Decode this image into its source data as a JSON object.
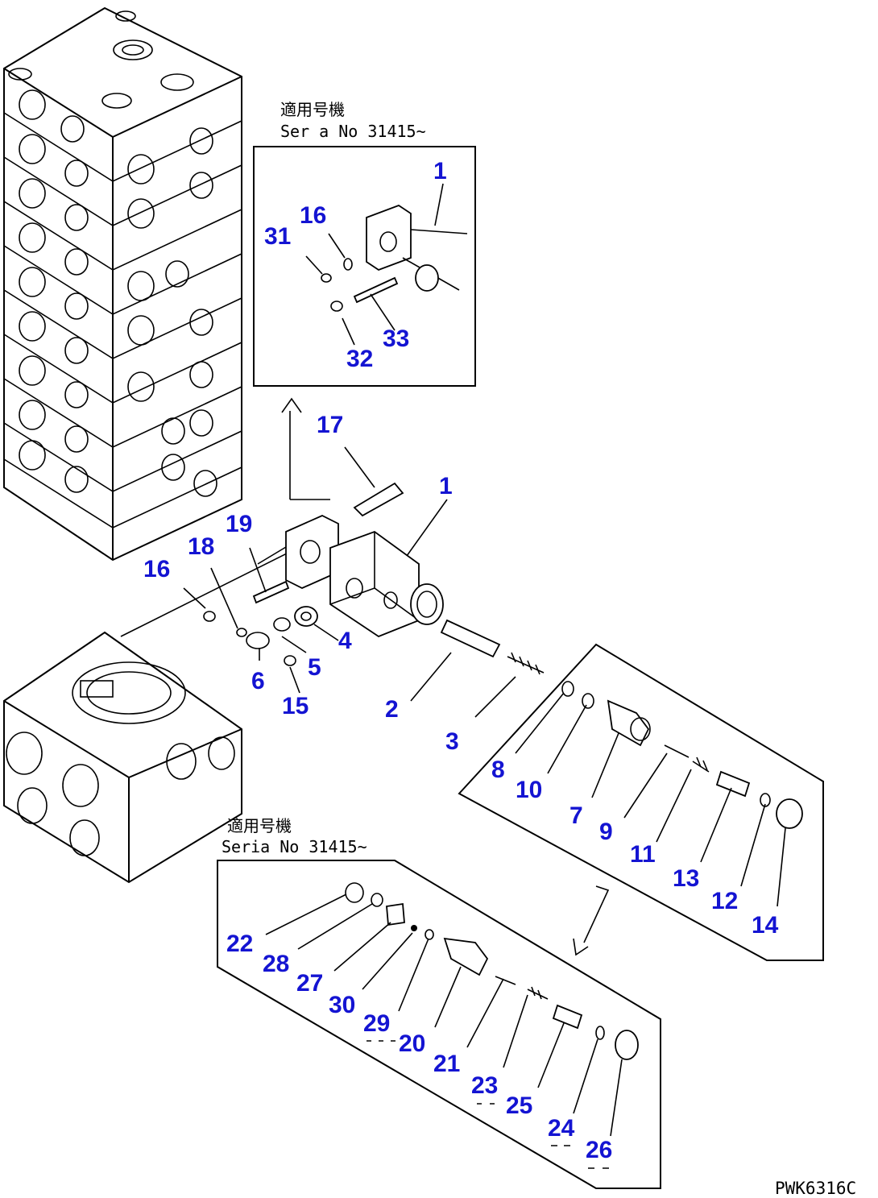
{
  "notes": {
    "top_jp": "適用号機",
    "top_serial": "Ser a  No 31415~",
    "bottom_jp": "適用号機",
    "bottom_serial": "Seria  No 31415~"
  },
  "drawing_code": "PWK6316C",
  "callouts": {
    "c1a": "1",
    "c16a": "16",
    "c31": "31",
    "c32": "32",
    "c33": "33",
    "c17": "17",
    "c1b": "1",
    "c19": "19",
    "c18": "18",
    "c16b": "16",
    "c4": "4",
    "c5": "5",
    "c6": "6",
    "c15": "15",
    "c2": "2",
    "c3": "3",
    "c8": "8",
    "c10": "10",
    "c7": "7",
    "c9": "9",
    "c11": "11",
    "c13": "13",
    "c12": "12",
    "c14": "14",
    "c22": "22",
    "c28": "28",
    "c27": "27",
    "c30": "30",
    "c29": "29",
    "c20": "20",
    "c21": "21",
    "c23": "23",
    "c25": "25",
    "c24": "24",
    "c26": "26"
  }
}
